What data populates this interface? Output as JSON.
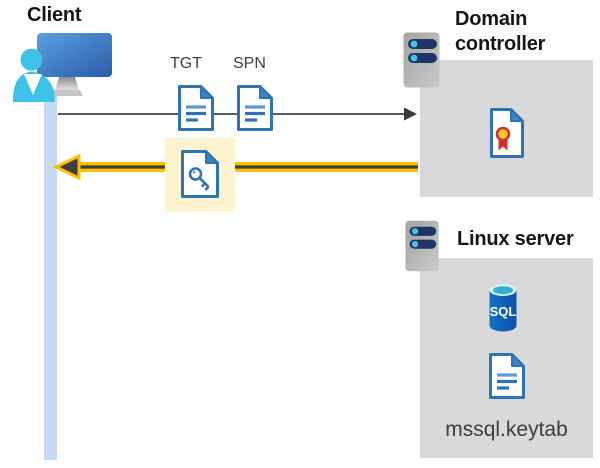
{
  "client": {
    "title": "Client"
  },
  "flow": {
    "tgt_label": "TGT",
    "spn_label": "SPN"
  },
  "domain_controller": {
    "title": "Domain controller"
  },
  "linux_server": {
    "title": "Linux server",
    "sql_badge": "SQL",
    "keytab_filename": "mssql.keytab"
  },
  "colors": {
    "request_arrow_gray": "#595959",
    "response_arrow_yellow": "#FFC000",
    "response_arrow_core": "#404040",
    "highlight_yellow": "#FBF4CF",
    "container_gray": "#D9D9D9",
    "document_blue": "#2E74B5",
    "client_bar_blue": "#C3D9F4",
    "person_cyan": "#3EC3E8",
    "monitor_blue": "#3570B8",
    "server_pill_navy": "#1E3765",
    "server_dot_cyan": "#49C0E8",
    "sql_body_blue": "#0F5FB4",
    "certificate_ribbon_red": "#CE3229",
    "certificate_seal_yellow": "#FFC928"
  }
}
